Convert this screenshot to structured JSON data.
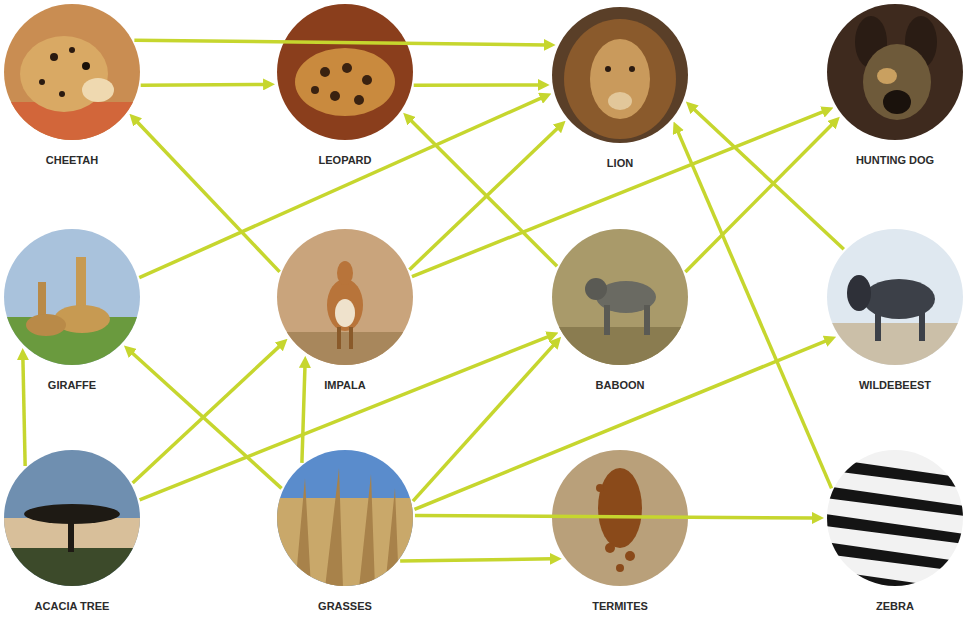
{
  "diagram": {
    "nodes": [
      {
        "text": [
          "CHEETAH"
        ]
      },
      {
        "text": [
          "LEOPARD"
        ]
      },
      {
        "text": [
          "LION"
        ]
      },
      {
        "text": [
          "HUNTING DOG"
        ]
      },
      {
        "text": [
          "GIRAFFE"
        ]
      },
      {
        "text": [
          "IMPALA"
        ]
      },
      {
        "text": [
          "BABOON"
        ]
      },
      {
        "text": [
          "WILDEBEEST"
        ]
      },
      {
        "text": [
          "ACACIA TREE"
        ]
      },
      {
        "text": [
          "GRASSES"
        ]
      },
      {
        "text": [
          "TERMITES"
        ]
      },
      {
        "text": [
          "ZEBRA"
        ]
      }
    ],
    "edges": [
      {
        "from": 0,
        "to": 2,
        "arrow": "to"
      },
      {
        "from": 0,
        "to": 1,
        "arrow": "to"
      },
      {
        "from": 1,
        "to": 2,
        "arrow": "to"
      },
      {
        "from": 4,
        "to": 2,
        "arrow": "to"
      },
      {
        "from": 5,
        "to": 0,
        "arrow": "to"
      },
      {
        "from": 5,
        "to": 2,
        "arrow": "to"
      },
      {
        "from": 5,
        "to": 3,
        "arrow": "to"
      },
      {
        "from": 6,
        "to": 1,
        "arrow": "to"
      },
      {
        "from": 6,
        "to": 3,
        "arrow": "to"
      },
      {
        "from": 7,
        "to": 2,
        "arrow": "to"
      },
      {
        "from": 11,
        "to": 2,
        "arrow": "to"
      },
      {
        "from": 8,
        "to": 4,
        "arrow": "to"
      },
      {
        "from": 8,
        "to": 5,
        "arrow": "to"
      },
      {
        "from": 8,
        "to": 6,
        "arrow": "to"
      },
      {
        "from": 9,
        "to": 4,
        "arrow": "to"
      },
      {
        "from": 9,
        "to": 5,
        "arrow": "to"
      },
      {
        "from": 9,
        "to": 6,
        "arrow": "to"
      },
      {
        "from": 9,
        "to": 7,
        "arrow": "to"
      },
      {
        "from": 9,
        "to": 11,
        "arrow": "to"
      },
      {
        "from": 9,
        "to": 10,
        "arrow": "to"
      }
    ]
  }
}
